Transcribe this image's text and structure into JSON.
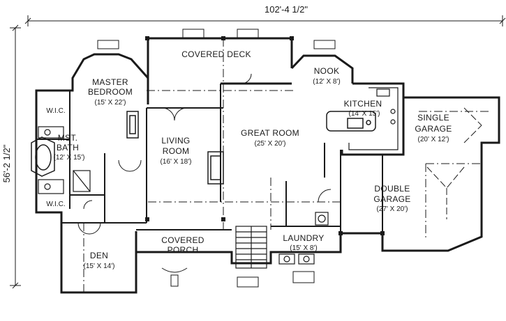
{
  "overall": {
    "width_dim": "102'-4 1/2\"",
    "depth_dim": "56'-2 1/2\""
  },
  "rooms": {
    "covered_deck": {
      "name": "COVERED DECK"
    },
    "master_bedroom": {
      "name_line1": "MASTER",
      "name_line2": "BEDROOM",
      "size": "(15' X 22')"
    },
    "nook": {
      "name": "NOOK",
      "size": "(12' X 8')"
    },
    "kitchen": {
      "name": "KITCHEN",
      "size": "(14' X 15')"
    },
    "single_garage": {
      "name_line1": "SINGLE",
      "name_line2": "GARAGE",
      "size": "(20' X 12')"
    },
    "wic_top": {
      "name": "W.I.C."
    },
    "mst_bath": {
      "name_line1": "MST.",
      "name_line2": "BATH",
      "size": "(12' X 15')"
    },
    "living_room": {
      "name_line1": "LIVING",
      "name_line2": "ROOM",
      "size": "(16' X 18')"
    },
    "great_room": {
      "name": "GREAT ROOM",
      "size": "(25' X 20')"
    },
    "double_garage": {
      "name_line1": "DOUBLE",
      "name_line2": "GARAGE",
      "size": "(27' X 20')"
    },
    "wic_bottom": {
      "name": "W.I.C."
    },
    "covered_porch": {
      "name_line1": "COVERED",
      "name_line2": "PORCH"
    },
    "laundry": {
      "name": "LAUNDRY",
      "size": "(15' X 8')"
    },
    "den": {
      "name": "DEN",
      "size": "(15' X 14')"
    }
  },
  "colors": {
    "ink": "#1a1a1a",
    "paper": "#ffffff"
  }
}
